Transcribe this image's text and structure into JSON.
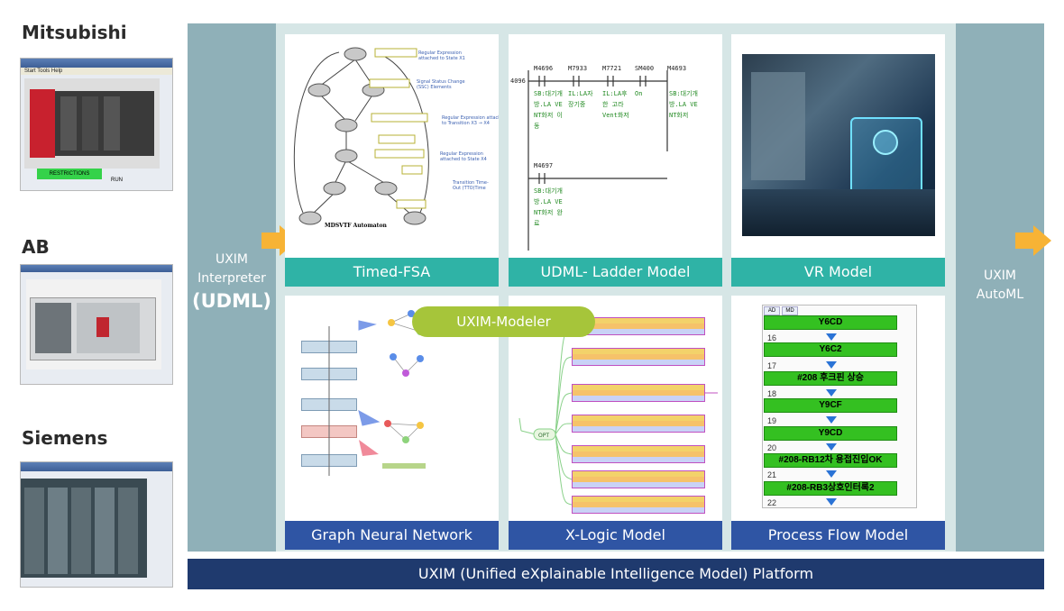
{
  "vendors": [
    {
      "name": "Mitsubishi",
      "window_title": "LADDER LOGIC TEST TOOL",
      "menu": "Start  Tools  Help",
      "status": "RESTRICTIONS",
      "run": "RUN"
    },
    {
      "name": "AB"
    },
    {
      "name": "Siemens"
    }
  ],
  "interpreter": {
    "line1": "UXIM",
    "line2": "Interpreter",
    "line3": "(UDML)"
  },
  "automl": {
    "line1": "UXIM",
    "line2": "AutoML"
  },
  "cards": {
    "timed_fsa": {
      "label": "Timed-FSA",
      "caption": "MDSVTF Automaton"
    },
    "udml_ladder": {
      "label": "UDML- Ladder Model",
      "rung_no": "4096"
    },
    "vr": {
      "label": "VR Model"
    },
    "gnn": {
      "label": "Graph Neural Network"
    },
    "xlogic": {
      "label": "X-Logic Model"
    },
    "process_flow": {
      "label": "Process Flow Model",
      "tabs": [
        "AD",
        "MD"
      ],
      "steps": [
        {
          "num": "",
          "box": "Y6CD"
        },
        {
          "num": "16",
          "box": "Y6C2"
        },
        {
          "num": "17",
          "box": "#208    후크핀  상승"
        },
        {
          "num": "18",
          "box": "Y9CF"
        },
        {
          "num": "19",
          "box": "Y9CD"
        },
        {
          "num": "20",
          "box": "#208-RB12차    용접진입OK"
        },
        {
          "num": "21",
          "box": "#208-RB3상호인터록2"
        },
        {
          "num": "22",
          "box": ""
        }
      ]
    }
  },
  "modeler": {
    "label": "UXIM-Modeler"
  },
  "platform": {
    "label": "UXIM (Unified eXplainable Intelligence Model) Platform"
  },
  "colors": {
    "teal": "#2fb3a6",
    "blue": "#2f55a4",
    "navy": "#1f3a6e",
    "side": "#8fb0b8",
    "arrow": "#f7b335",
    "pill": "#a6c53a"
  }
}
